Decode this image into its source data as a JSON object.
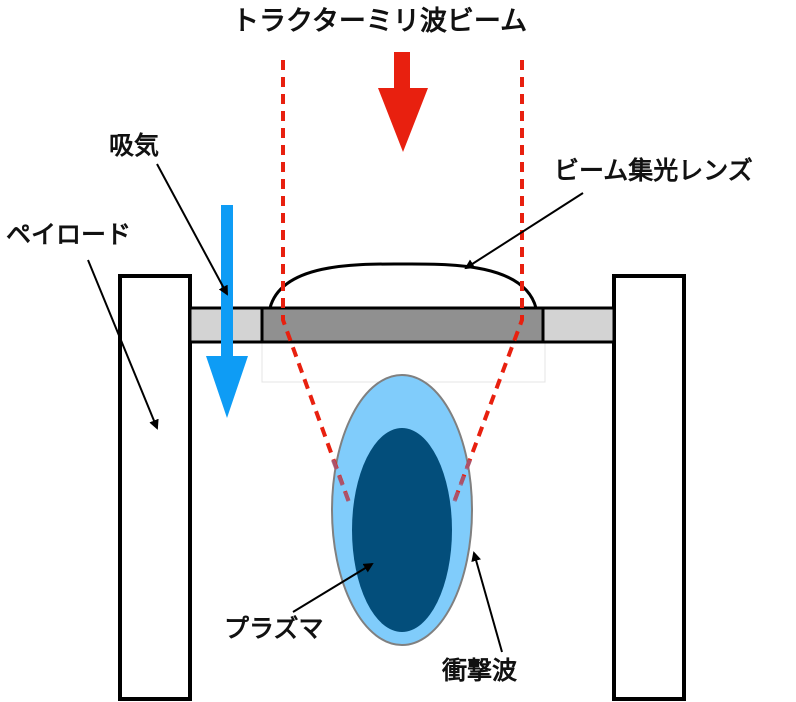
{
  "title": "トラクターミリ波ビーム",
  "labels": {
    "intake": "吸気",
    "payload": "ペイロード",
    "lens": "ビーム集光レンズ",
    "plasma": "プラズマ",
    "shockwave": "衝撃波"
  },
  "colors": {
    "beam_arrow": "#e8200f",
    "beam_dashed": "#e8200f",
    "intake_arrow": "#0e9cf5",
    "shockwave_fill": "#80ccfb",
    "plasma_fill": "#034e7b",
    "lens_bar_fill": "#909090",
    "side_bar_fill": "#d3d3d3",
    "outline": "#000000"
  },
  "icons": {
    "beam_direction": "down-arrow-red",
    "intake_direction": "down-arrow-blue"
  }
}
